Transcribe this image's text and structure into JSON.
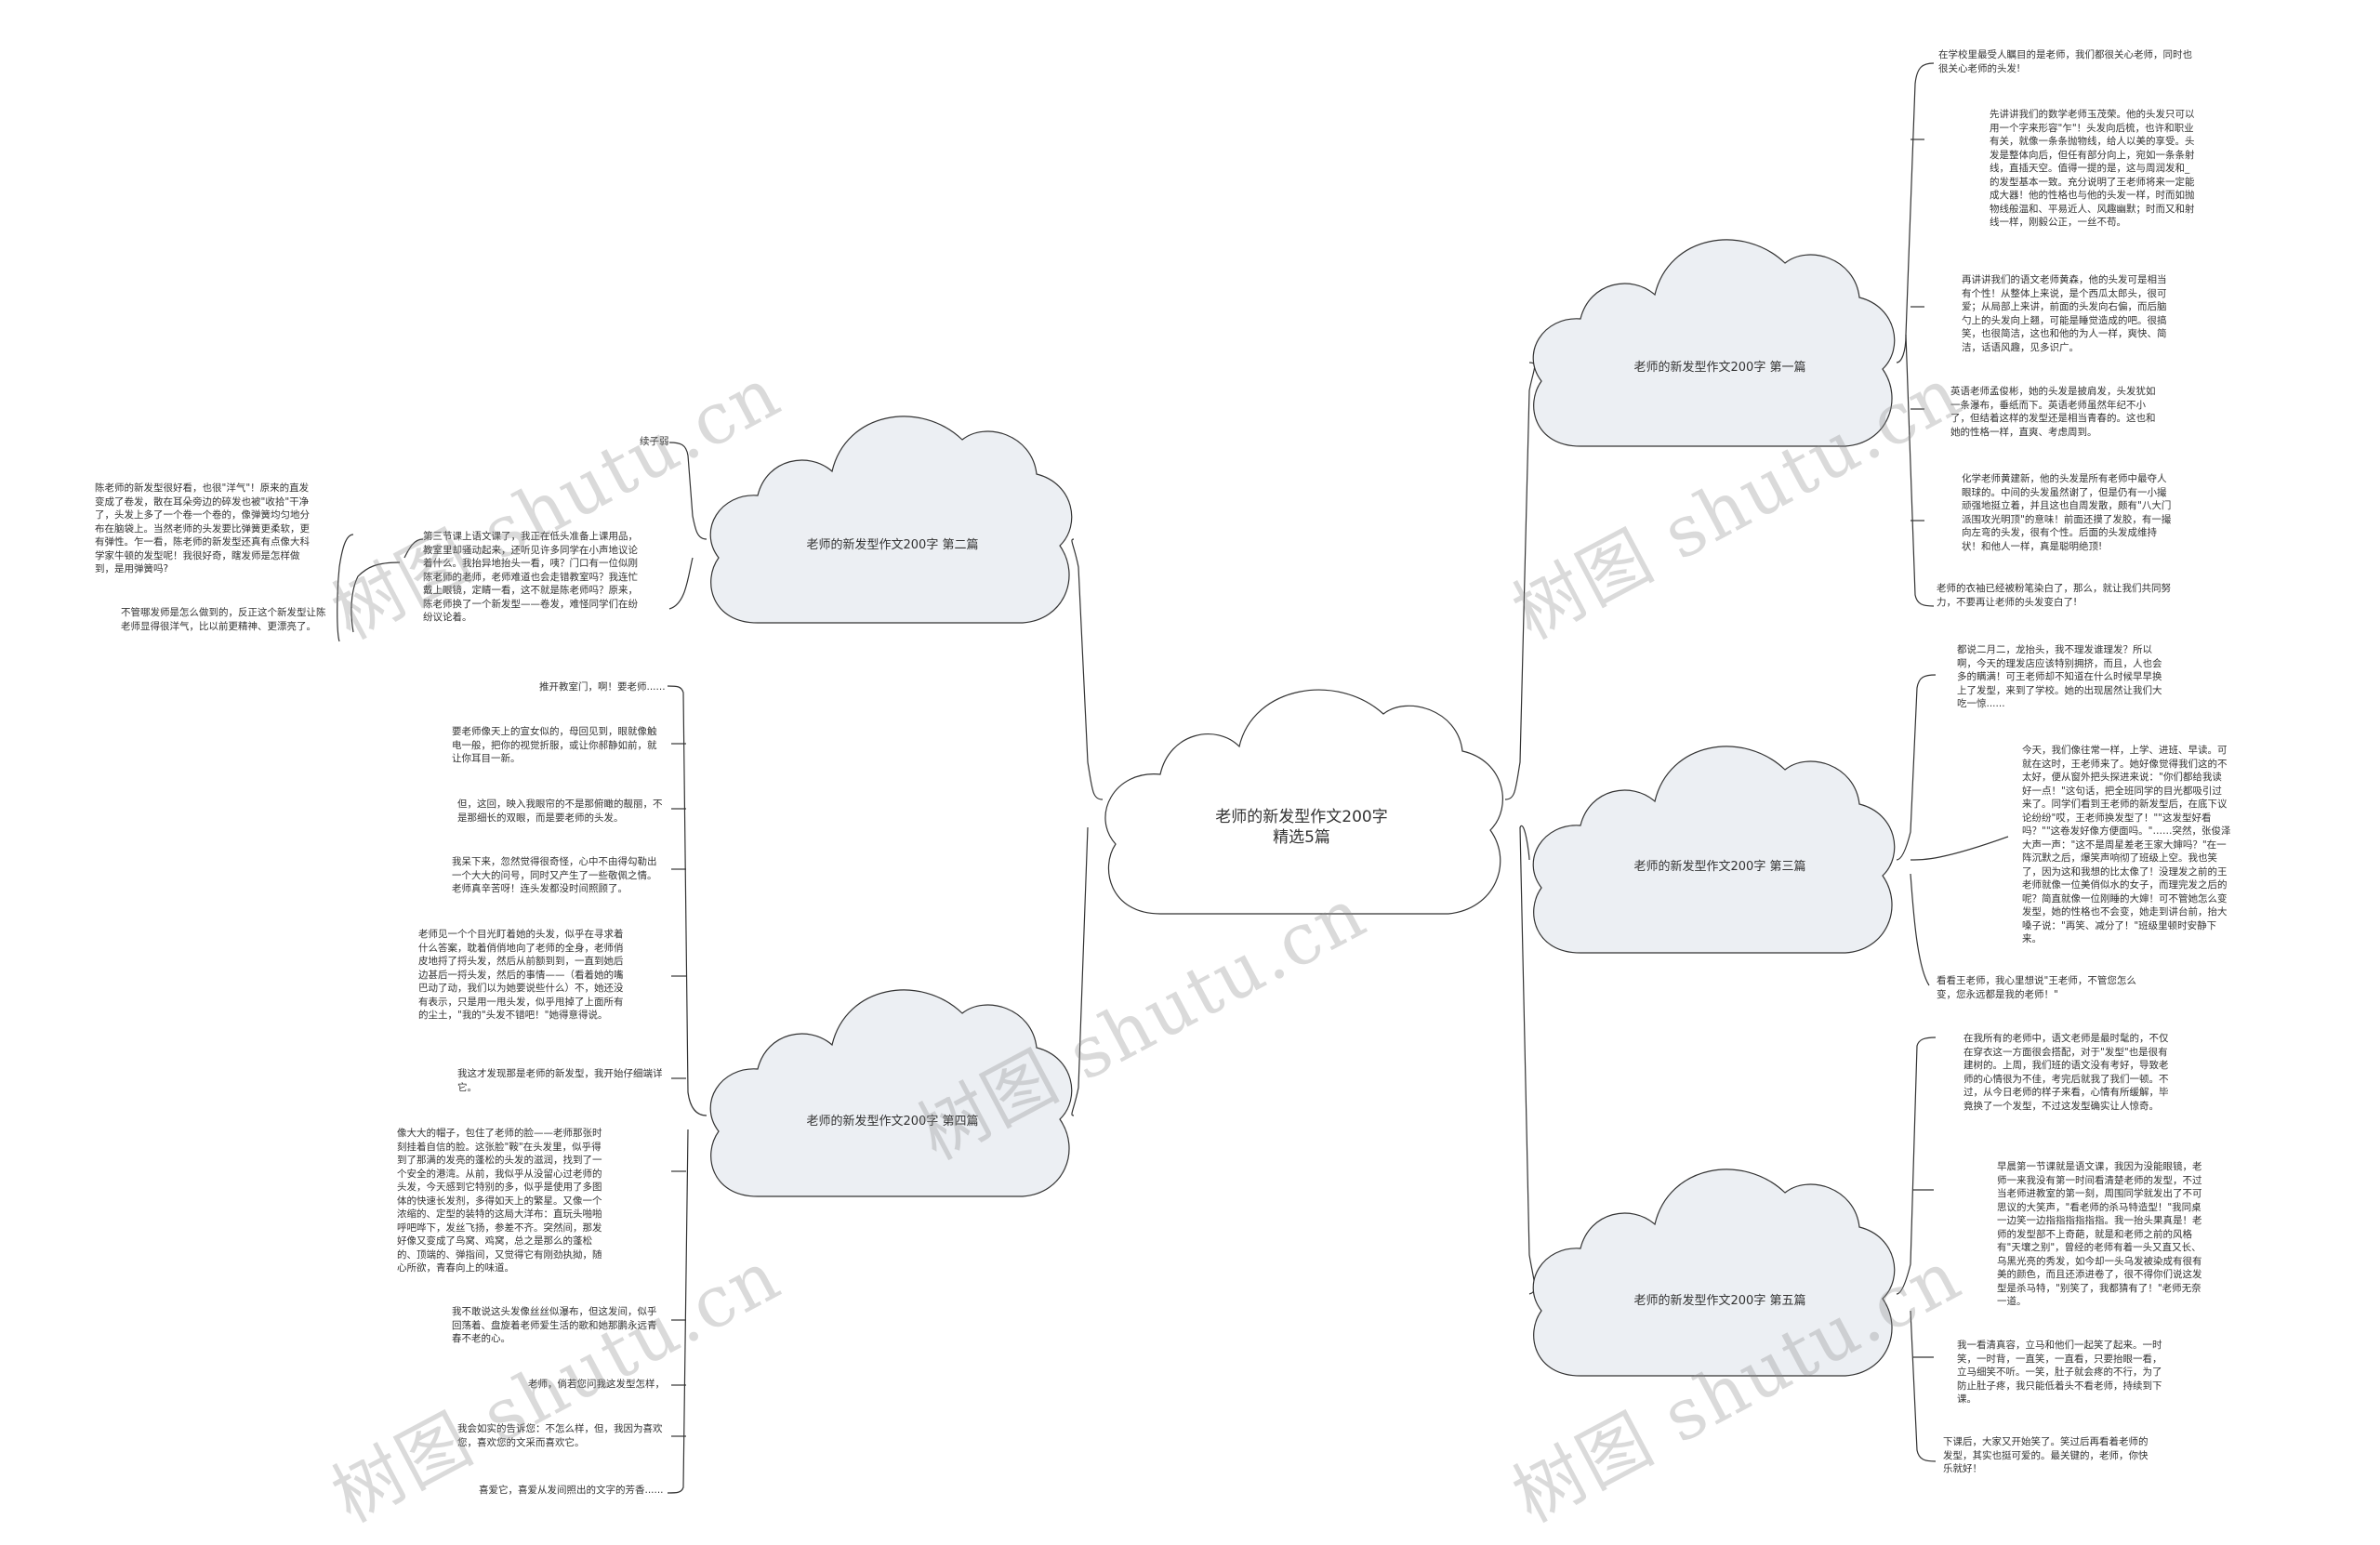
{
  "root": {
    "label_line1": "老师的新发型作文200字",
    "label_line2": "精选5篇"
  },
  "branches": [
    {
      "id": "b1",
      "label": "老师的新发型作文200字 第一篇"
    },
    {
      "id": "b2",
      "label": "老师的新发型作文200字 第二篇"
    },
    {
      "id": "b3",
      "label": "老师的新发型作文200字 第三篇"
    },
    {
      "id": "b4",
      "label": "老师的新发型作文200字 第四篇"
    },
    {
      "id": "b5",
      "label": "老师的新发型作文200字 第五篇"
    }
  ],
  "leaves": {
    "b1": [
      "在学校里最受人瞩目的是老师，我们都很关心老师，同时也很关心老师的头发!",
      "先讲讲我们的数学老师玉茂荣。他的头发只可以用一个字来形容\"乍\"！头发向后梳，也许和职业有关，就像一条条抛物线，给人以美的享受。头发是整体向后，但任有部分向上，宛如一条条射线，直插天空。值得一提的是，这与周润发和_的发型基本一致。充分说明了王老师将来一定能成大器！他的性格也与他的头发一样，时而如抛物线般温和、平易近人、风趣幽默；时而又和射线一样，刚毅公正，一丝不苟。",
      "再讲讲我们的语文老师黄森，他的头发可是相当有个性！从整体上来说，是个西瓜太郎头，很可爱；从局部上来讲，前面的头发向右偏，而后脑勺上的头发向上翘，可能是睡觉造成的吧。很搞笑，也很简洁，这也和他的为人一样，爽快、简洁，话语风趣，见多识广。",
      "英语老师孟俊彬，她的头发是披肩发，头发犹如一条瀑布，垂纸而下。英语老师虽然年纪不小了，但结着这样的发型还是相当青春的。这也和她的性格一样，直爽、考虑周到。",
      "化学老师黄建新，他的头发是所有老师中最夺人眼球的。中间的头发虽然谢了，但是仍有一小撮顽强地挺立着，并且这也自周发散，颇有\"八大门派围攻光明顶\"的意味！前面还摸了发胶，有一撮向左弯的头发，很有个性。后面的头发成维持状！和他人一样，真是聪明绝顶!",
      "老师的衣袖已经被粉笔染白了，那么，就让我们共同努力，不要再让老师的头发变白了!"
    ],
    "b2": [
      "续子弱",
      "陈老师的新发型很好看，也很\"洋气\"！原来的直发变成了卷发，散在耳朵旁边的碎发也被\"收拾\"干净了，头发上多了一个卷一个卷的，像弹簧均匀地分布在脑袋上。当然老师的头发要比弹簧更柔软，更有弹性。乍一看，陈老师的新发型还真有点像大科学家牛顿的发型呢！我很好奇，瞎发师是怎样做到，是用弹簧吗?",
      "不管哪发师是怎么做到的，反正这个新发型让陈老师显得很洋气，比以前更精神、更漂亮了。",
      "第三节课上语文课了，我正在低头准备上课用品，教室里却骚动起来，还听见许多同学在小声地议论着什么。我抬异地抬头一看，咦？门口有一位似刚陈老师的老师，老师难道也会走错教室吗？我连忙戴上眼镜，定睛一看，这不就是陈老师吗？原来，陈老师换了一个新发型——卷发，难怪同学们在纷纷议论着。"
    ],
    "b3": [
      "都说二月二，龙抬头，我不理发谁理发？所以啊，今天的理发店应该特别拥挤，而且，人也会多的瞒满！可王老师却不知道在什么时候早早换上了发型，来到了学校。她的出现居然让我们大吃一惊......",
      "今天，我们像往常一样，上学、进班、早读。可就在这时，王老师来了。她好像觉得我们这的不太好，便从窗外把头探进来说：\"你们都给我读好一点！\"这句话，把全班同学的目光都吸引过来了。同学们看到王老师的新发型后，在底下议论纷纷\"哎，王老师换发型了！\"\"这发型好看吗？\"\"这卷发好像方便面吗。\"……突然，张俊泽大声一声：\"这不是周星差老王家大婶吗？\"在一阵沉默之后，爆笑声响彻了班级上空。我也笑了，因为这和我想的比太像了！没理发之前的王老师就像一位美俏似水的女子，而理完发之后的呢？简直就像一位刚睡的大婶！可不管她怎么变发型，她的性格也不会变，她走到讲台前，抬大嗓子说：\"再笑、减分了！\"班级里顿时安静下来。",
      "看看王老师，我心里想说\"王老师，不管您怎么变，您永远都是我的老师！\""
    ],
    "b4": [
      "推开教室门，啊！要老师......",
      "要老师像天上的宣女似的，母回见到，眼就像触电一般，把你的视觉折服，或让你郝静如前，就让你耳目一新。",
      "但，这回，映入我眼帘的不是那俯瞰的靓丽，不是那细长的双眼，而是要老师的头发。",
      "我呆下来，忽然觉得很奇怪，心中不由得勾勒出一个大大的问号，同时又产生了一些敬佩之情。老师真辛苦呀！连头发都没时间照顾了。",
      "老师见一个个目光盯着她的头发，似乎在寻求着什么答案，耽着俏俏地向了老师的全身，老师俏皮地捋了捋头发，然后从前额到到，一直到她后边甚后一捋头发，然后的事情——（看着她的嘴巴动了动，我们以为她要说些什么）不，她还没有表示，只是用一甩头发，似乎甩掉了上面所有的尘土，\"我的\"头发不错吧！\"她得意得说。",
      "我这才发现那是老师的新发型，我开始仔细端详它。",
      "像大大的帽子，包住了老师的脸——老师那张时刻挂着自信的脸。这张脸\"鞍\"在头发里，似乎得到了那满的发亮的蓬松的头发的滋润，找到了一个安全的港湾。从前，我似乎从没留心过老师的头发，今天感到它特别的多，似乎是使用了多图体的快速长发剂，多得如天上的繁星。又像一个浓缩的、定型的装特的这局大洋布：直玩头啪啪呼吧哗下，发丝飞扬，参差不齐。突然间，那发好像又变成了鸟窝、鸡窝，总之是那么的蓬松的、顶端的、弹指间，又觉得它有刚劲执拗，随心所欲，青春向上的味道。",
      "我不敢说这头发像丝丝似瀑布，但这发间，似乎回荡着、盘旋着老师爱生活的歌和她那鹏永远青春不老的心。",
      "老师，倘若您问我这发型怎样，",
      "我会如实的告诉您：不怎么样，但，我因为喜欢您，喜欢您的文采而喜欢它。",
      "喜爱它，喜爱从发间照出的文字的芳香......"
    ],
    "b5": [
      "在我所有的老师中，语文老师是最时髦的，不仅在穿衣这一方面很会搭配，对于\"发型\"也是很有建树的。上周，我们班的语文没有考好，导致老师的心情很为不佳，考完后就我了我们一顿。不过，从今日老师的样子来看，心情有所缓解，毕竟换了一个发型，不过这发型确实让人惊奇。",
      "早晨第一节课就是语文课，我因为没能眼镜，老师一来我没有第一时间看清楚老师的发型，不过当老师进教室的第一刻，周围同学就发出了不可思议的大笑声，\"看老师的杀马特造型！\"我同桌一边笑一边指指指指指指。我一抬头果真是！老师的发型部不上奇葩，就是和老师之前的风格有\"天壤之别\"，曾经的老师有着一头又直又长、乌黑光亮的秀发，如今却一头乌发被染成有很有美的颜色，而且还添进卷了，很不得你们说这发型是杀马特，\"别笑了，我都猜有了！\"老师无奈一道。",
      "我一看清真容，立马和他们一起笑了起来。一时笑，一时背，一直笑，一直看，只要抬眼一看，立马细笑不听。一笑，肚子就会疼的不行，为了防止肚子疼，我只能低着头不看老师，持续到下课。",
      "下课后，大家又开始笑了。笑过后再看着老师的发型，其实也挺可爱的。最关键的，老师，你快乐就好！"
    ]
  },
  "watermarks": [
    "树图 shutu.cn",
    "树图 shutu.cn",
    "树图 shutu.cn",
    "树图 shutu.cn",
    "树图 shutu.cn"
  ]
}
